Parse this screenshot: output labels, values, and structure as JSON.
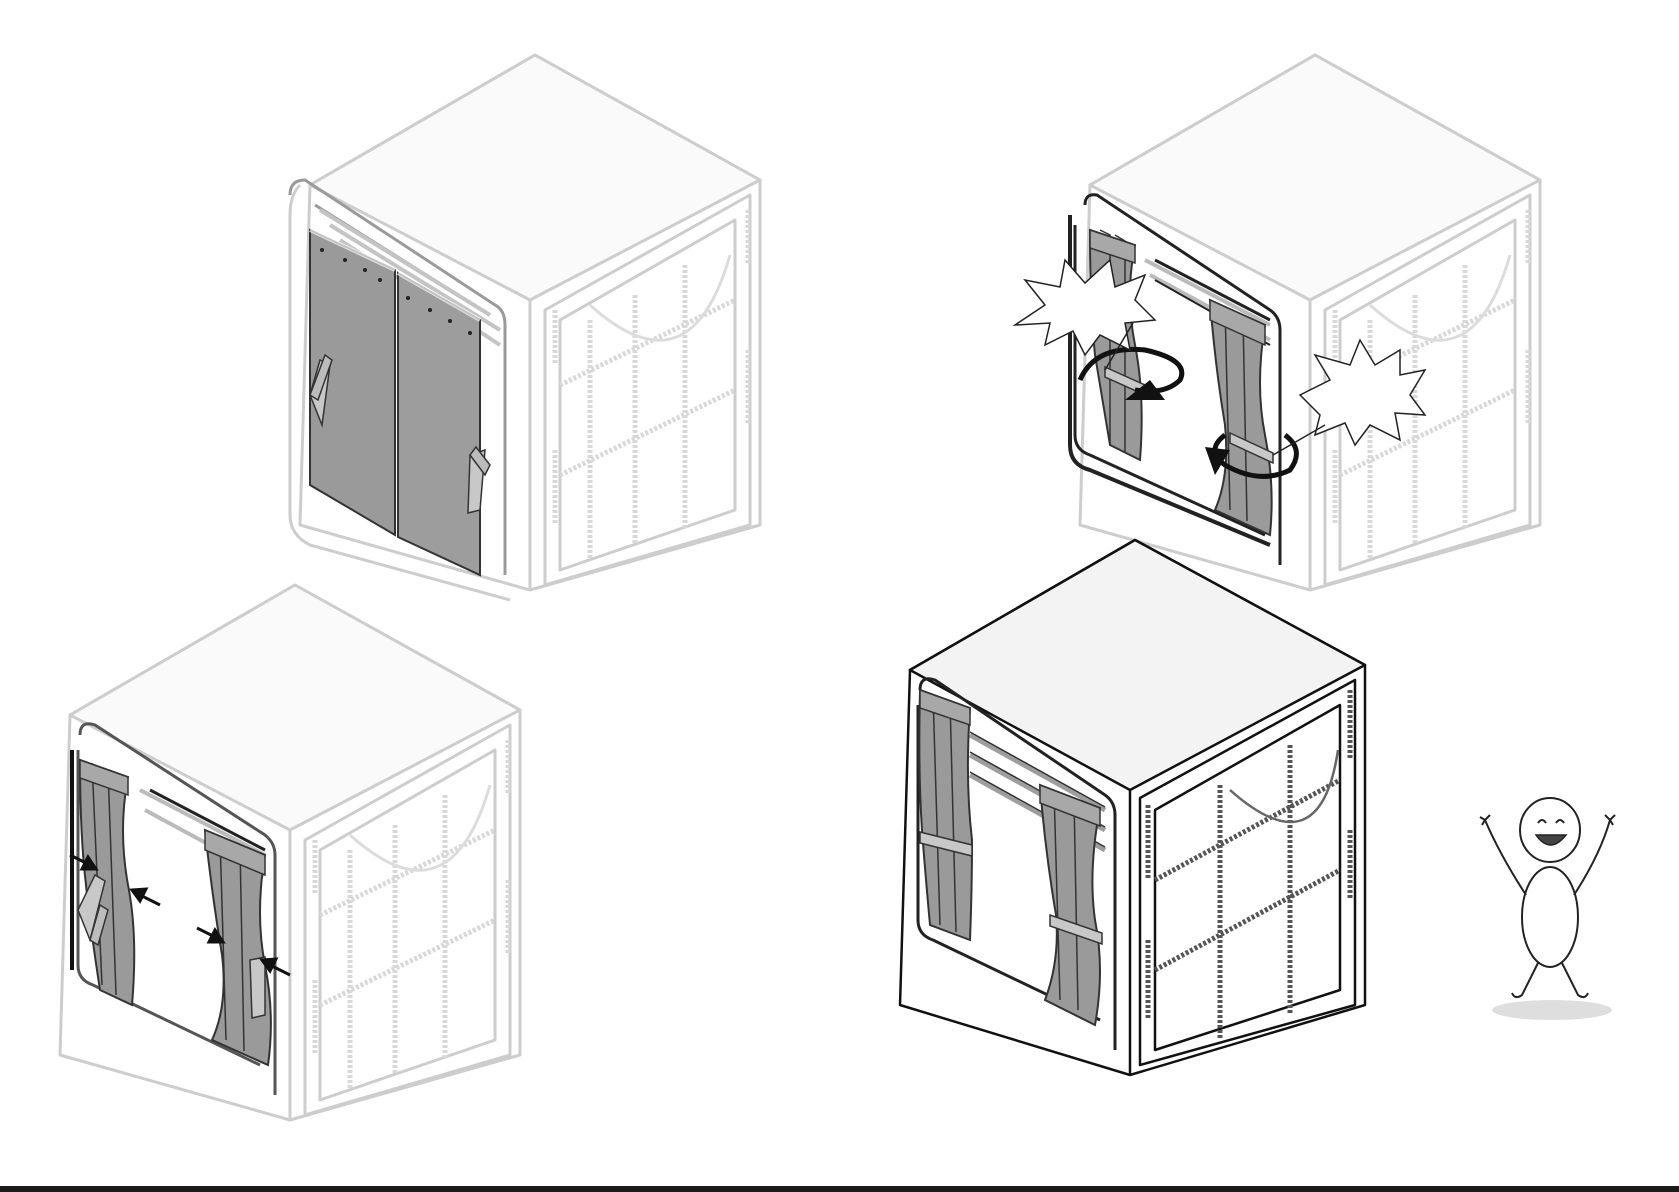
{
  "diagram": {
    "steps": [
      {
        "curtain": "closed",
        "tie": "unwrapped"
      },
      {
        "curtain": "open",
        "tie": "wrapping"
      },
      {
        "curtain": "open",
        "tie": "pressing"
      },
      {
        "curtain": "open",
        "tie": "tied"
      }
    ],
    "colors": {
      "fabric": "#9a9a9a",
      "fabric_dark": "#7c7c7c",
      "frame_faded": "#cfcfcf",
      "frame_bold": "#222222",
      "top_fill": "#f3f3f3",
      "shadow": "#d6d6d6"
    }
  }
}
